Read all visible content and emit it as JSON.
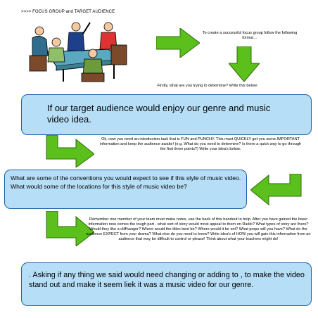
{
  "heading": ">>>> FOCUS GROUP and TARGET AUDIENCE",
  "intro_text": "To create a successful focus group follow the following format…",
  "step1_prompt": "Firstly, what are you trying to determine? Write this below:",
  "box1_text": "If our target audience would enjoy our genre and music video idea.",
  "step2_prompt": "Ok, now you need an introduction task that is FUN and PUNCHY. This must QUICKLY get you some IMPORTANT information and keep the audience awake! (e.g. What do you need to determine? Is there a quick way to go through the first three points?) Write your idea's below.",
  "box2_text": "What are some of the conventions you would expect to see if this style of music video. What would some of the locations for this style of music video be?",
  "step3_prompt": "Remember one member of your team must make notes, use the back of this handout to help. After you have gained the basic information now comes the tough part - what sort of story would most appeal to them on Radio? What types of story are there? Would they like a cliffhanger? Where would the titles best be? Where would it be set? What props will you have? What do the audience EXPECT from your drama? What else do you need to know? Write idea's of HOW you will gain this information from an audience that may be difficult to control or please! Think about what your teachers might do!",
  "box3_text": ". Asking if any thing we said would need changing or adding to , to make the video stand out and make it seem liek it was a music video for our genre.",
  "colors": {
    "arrow_green": "#5cc01c",
    "box_fill": "#b6def6",
    "box_border": "#1e5fa6"
  },
  "icons": [
    "focus-group-meeting-illustration",
    "arrow-right-icon",
    "arrow-down-icon",
    "arrow-left-icon"
  ]
}
